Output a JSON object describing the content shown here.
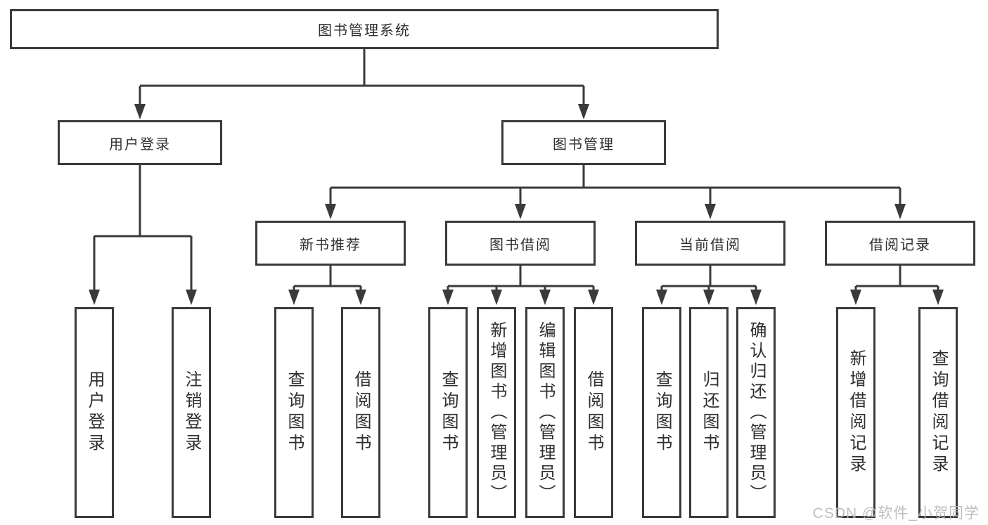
{
  "colors": {
    "background": "#ffffff",
    "line": "#3a3a3a",
    "box_border": "#3a3a3a",
    "box_fill": "#ffffff",
    "text": "#2f2f2f",
    "watermark": "#b9b9b9"
  },
  "watermark": {
    "text": "CSDN @软件_小贺同学"
  },
  "tree": {
    "root": {
      "label": "图书管理系统"
    },
    "branches": [
      {
        "label": "用户登录",
        "children": [
          {
            "label": "用户登录"
          },
          {
            "label": "注销登录"
          }
        ]
      },
      {
        "label": "图书管理",
        "children": [
          {
            "label": "新书推荐",
            "children": [
              {
                "label": "查询图书"
              },
              {
                "label": "借阅图书"
              }
            ]
          },
          {
            "label": "图书借阅",
            "children": [
              {
                "label": "查询图书"
              },
              {
                "label": "新增图书（管理员）"
              },
              {
                "label": "编辑图书（管理员）"
              },
              {
                "label": "借阅图书"
              }
            ]
          },
          {
            "label": "当前借阅",
            "children": [
              {
                "label": "查询图书"
              },
              {
                "label": "归还图书"
              },
              {
                "label": "确认归还（管理员）"
              }
            ]
          },
          {
            "label": "借阅记录",
            "children": [
              {
                "label": "新增借阅记录"
              },
              {
                "label": "查询借阅记录"
              }
            ]
          }
        ]
      }
    ]
  }
}
